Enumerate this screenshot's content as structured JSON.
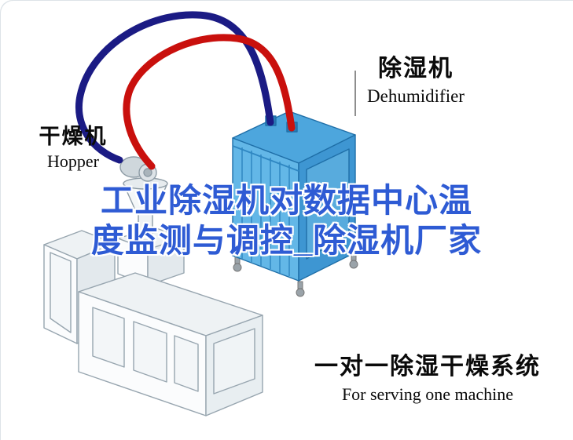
{
  "watermark": {
    "line1": "工业除湿机对数据中心温",
    "line2": "度监测与调控_除湿机厂家"
  },
  "labels": {
    "dehumidifier": {
      "cn": "除湿机",
      "en": "Dehumidifier"
    },
    "hopper": {
      "cn": "干燥机",
      "en": "Hopper"
    }
  },
  "caption": {
    "cn": "一对一除湿干燥系统",
    "en": "For serving one machine"
  },
  "colors": {
    "watermark_blue": "#2e5bd4",
    "pipe_red": "#c9100d",
    "pipe_navy": "#1b1b84",
    "dehumidifier_front": "#63b7e7",
    "dehumidifier_side": "#3e96d2",
    "dehumidifier_top": "#4da6dd",
    "label_black": "#0a0a0a"
  }
}
